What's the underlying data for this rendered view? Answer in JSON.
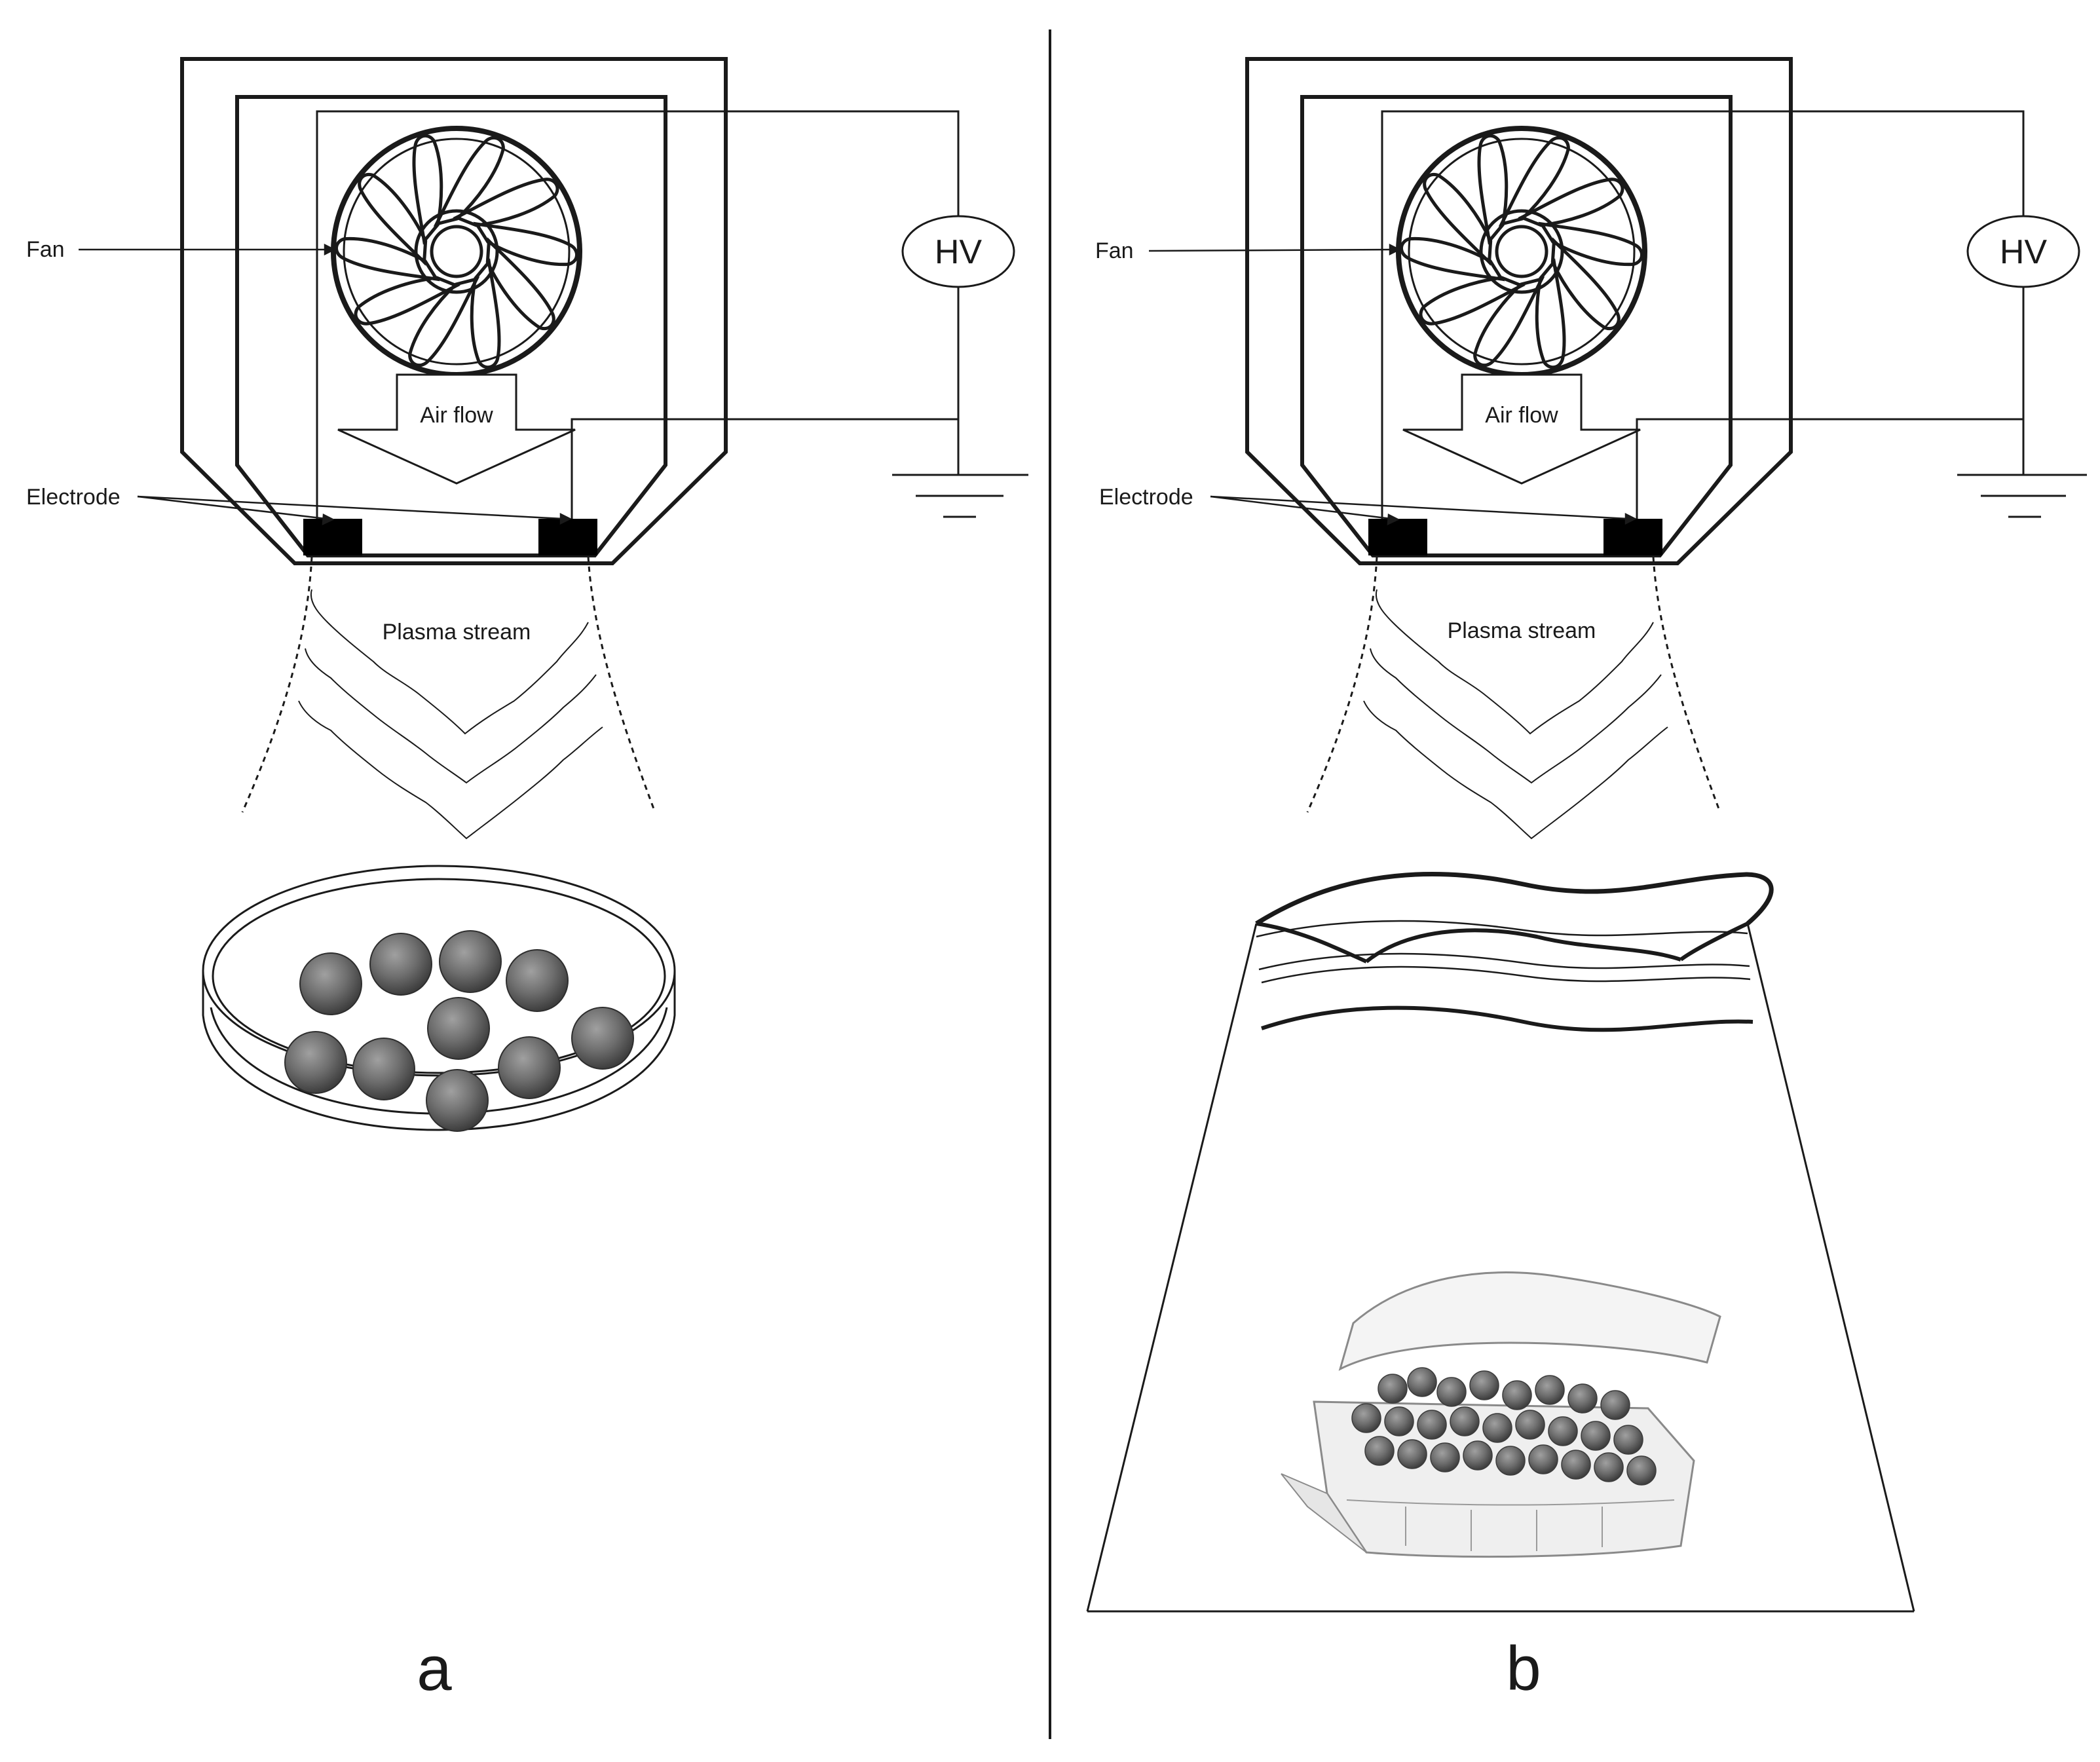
{
  "panels": [
    {
      "letter": "a",
      "fan_label": "Fan",
      "airflow_label": "Air flow",
      "electrode_label": "Electrode",
      "hv_label": "HV",
      "plasma_label": "Plasma stream",
      "target": "petri dish with blueberries"
    },
    {
      "letter": "b",
      "fan_label": "Fan",
      "airflow_label": "Air flow",
      "electrode_label": "Electrode",
      "hv_label": "HV",
      "plasma_label": "Plasma stream",
      "target": "bag with clamshell of blueberries"
    }
  ],
  "colors": {
    "ink": "#1a1a1a",
    "berry": "#6f6f6f",
    "berry_dark": "#4a4a4a",
    "electrode": "#000000"
  }
}
